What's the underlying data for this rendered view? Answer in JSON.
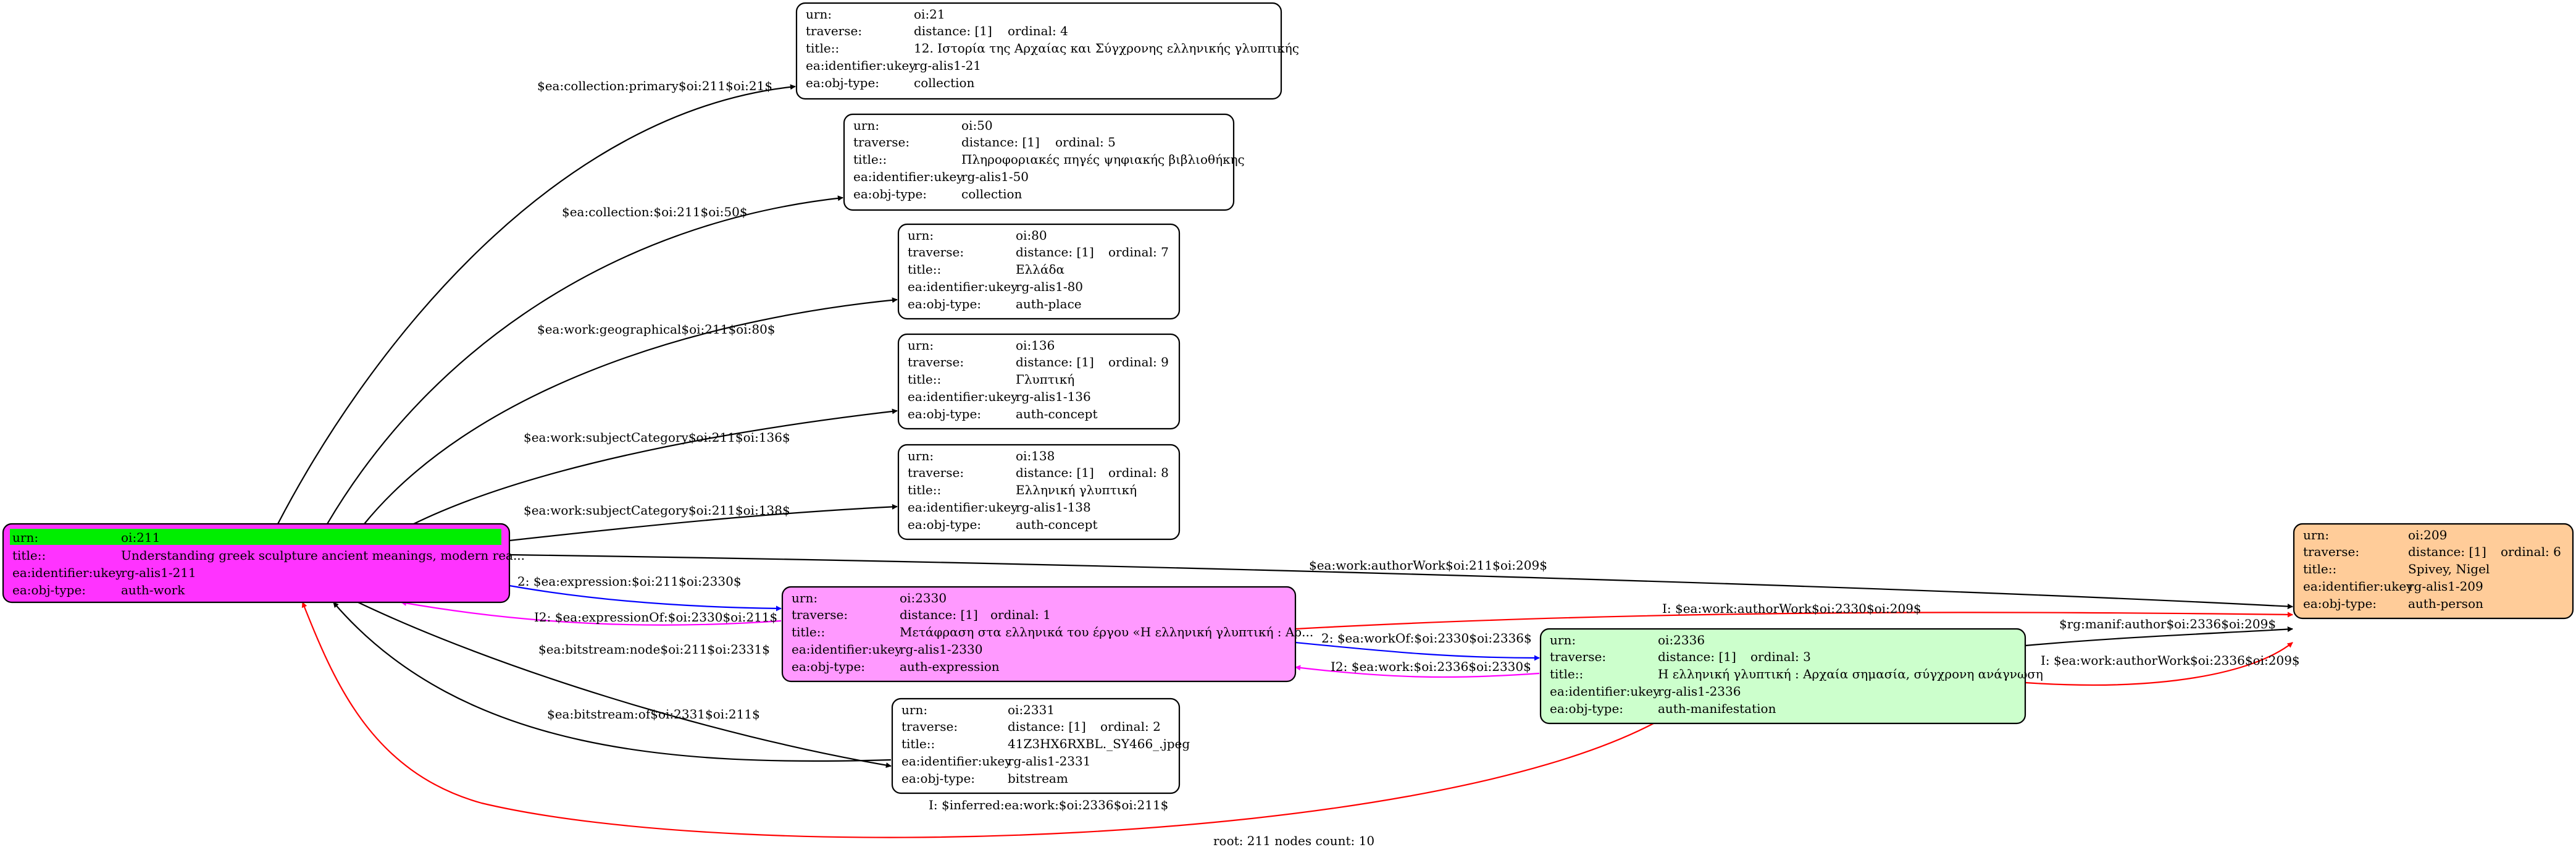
{
  "nodes": {
    "n211": {
      "urn": "oi:211",
      "title": "Understanding greek sculpture ancient meanings, modern rea...",
      "ukey": "rg-alis1-211",
      "objtype": "auth-work",
      "fill": "#ff33ff",
      "highlight": "#00ee00"
    },
    "n21": {
      "urn": "oi:21",
      "traverse": "distance: [1]",
      "ordinal": "ordinal: 4",
      "title": "12. Ιστορία της Αρχαίας και Σύγχρονης ελληνικής γλυπτικής",
      "ukey": "rg-alis1-21",
      "objtype": "collection",
      "fill": "#ffffff"
    },
    "n50": {
      "urn": "oi:50",
      "traverse": "distance: [1]",
      "ordinal": "ordinal: 5",
      "title": "Πληροφοριακές πηγές ψηφιακής βιβλιοθήκης",
      "ukey": "rg-alis1-50",
      "objtype": "collection",
      "fill": "#ffffff"
    },
    "n80": {
      "urn": "oi:80",
      "traverse": "distance: [1]",
      "ordinal": "ordinal: 7",
      "title": "Ελλάδα",
      "ukey": "rg-alis1-80",
      "objtype": "auth-place",
      "fill": "#ffffff"
    },
    "n136": {
      "urn": "oi:136",
      "traverse": "distance: [1]",
      "ordinal": "ordinal: 9",
      "title": "Γλυπτική",
      "ukey": "rg-alis1-136",
      "objtype": "auth-concept",
      "fill": "#ffffff"
    },
    "n138": {
      "urn": "oi:138",
      "traverse": "distance: [1]",
      "ordinal": "ordinal: 8",
      "title": "Ελληνική γλυπτική",
      "ukey": "rg-alis1-138",
      "objtype": "auth-concept",
      "fill": "#ffffff"
    },
    "n2330": {
      "urn": "oi:2330",
      "traverse": "distance: [1]",
      "ordinal": "ordinal: 1",
      "title": "Μετάφραση στα ελληνικά του έργου «Η ελληνική γλυπτική : Αρ...",
      "ukey": "rg-alis1-2330",
      "objtype": "auth-expression",
      "fill": "#ff99ff"
    },
    "n2331": {
      "urn": "oi:2331",
      "traverse": "distance: [1]",
      "ordinal": "ordinal: 2",
      "title": "41Z3HX6RXBL._SY466_.jpeg",
      "ukey": "rg-alis1-2331",
      "objtype": "bitstream",
      "fill": "#ffffff"
    },
    "n2336": {
      "urn": "oi:2336",
      "traverse": "distance: [1]",
      "ordinal": "ordinal: 3",
      "title": "Η ελληνική γλυπτική : Αρχαία σημασία, σύγχρονη ανάγνωση",
      "ukey": "rg-alis1-2336",
      "objtype": "auth-manifestation",
      "fill": "#ccffcc"
    },
    "n209": {
      "urn": "oi:209",
      "traverse": "distance: [1]",
      "ordinal": "ordinal: 6",
      "title": "Spivey, Nigel",
      "ukey": "rg-alis1-209",
      "objtype": "auth-person",
      "fill": "#ffcc99"
    }
  },
  "field_labels": {
    "urn": "urn:",
    "traverse": "traverse:",
    "title": "title::",
    "ukey": "ea:identifier:ukey",
    "objtype": "ea:obj-type:"
  },
  "edges": {
    "e21": "$ea:collection:primary$oi:211$oi:21$",
    "e50": "$ea:collection:$oi:211$oi:50$",
    "e80": "$ea:work:geographical$oi:211$oi:80$",
    "e136": "$ea:work:subjectCategory$oi:211$oi:136$",
    "e138": "$ea:work:subjectCategory$oi:211$oi:138$",
    "e209": "$ea:work:authorWork$oi:211$oi:209$",
    "e2330": "2: $ea:expression:$oi:211$oi:2330$",
    "e2330back": "I2: $ea:expressionOf:$oi:2330$oi:211$",
    "e2331": "$ea:bitstream:node$oi:211$oi:2331$",
    "e2331back": "$ea:bitstream:of$oi:2331$oi:211$",
    "e2330to209": "I: $ea:work:authorWork$oi:2330$oi:209$",
    "e2330to2336": "2: $ea:workOf:$oi:2330$oi:2336$",
    "e2336to2330": "I2: $ea:work:$oi:2336$oi:2330$",
    "e2336to209manif": "$rg:manif:author$oi:2336$oi:209$",
    "e2336to209": "I: $ea:work:authorWork$oi:2336$oi:209$",
    "e2336to211": "I: $inferred:ea:work:$oi:2336$oi:211$"
  },
  "colors": {
    "edge_default": "#000000",
    "edge_blue": "#0000ff",
    "edge_magenta": "#ff00ff",
    "edge_red": "#ff0000"
  },
  "footer": "root: 211 nodes count: 10"
}
